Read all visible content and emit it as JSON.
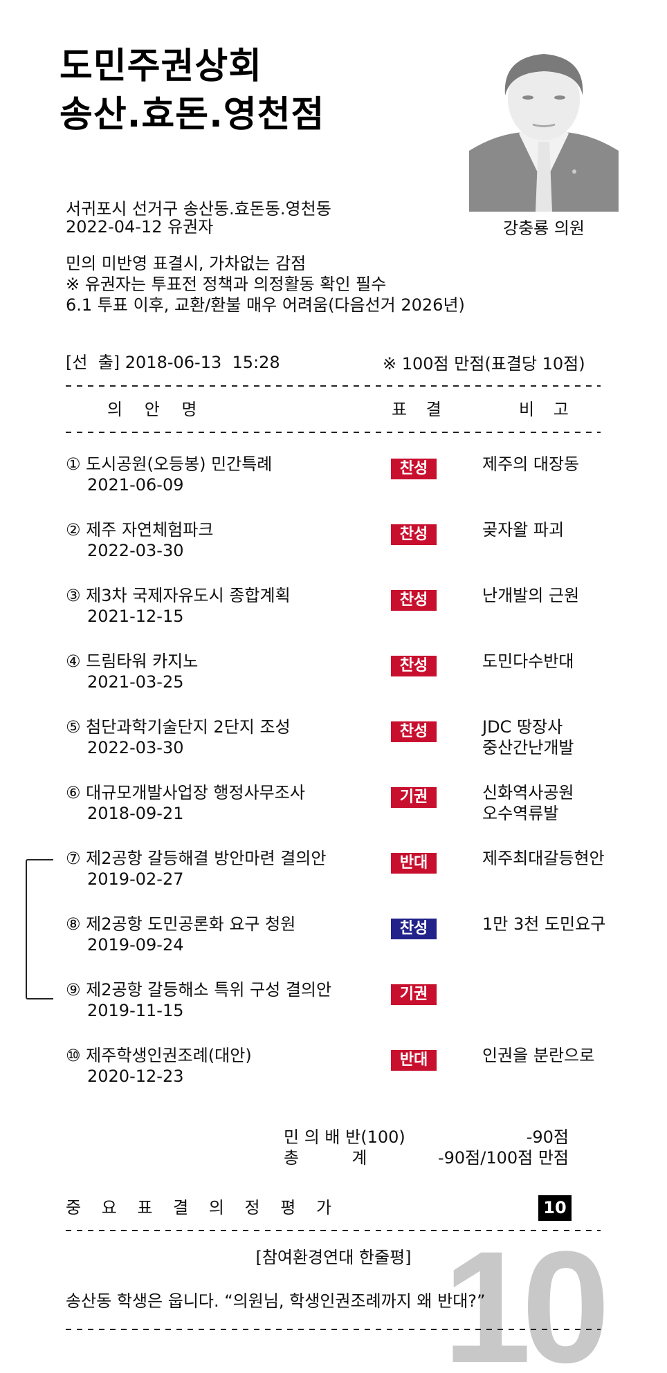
{
  "header": {
    "title_line1": "도민주권상회",
    "title_line2": "송산.효돈.영천점"
  },
  "profile": {
    "photo_icon": "portrait-photo",
    "name": "강충룡 의원"
  },
  "info": {
    "district": "서귀포시 선거구 송산동.효돈동.영천동",
    "voter_date": "2022-04-12 유권자",
    "notice1": "민의 미반영 표결시, 가차없는 감점",
    "notice2": "※ 유권자는 투표전 정책과 의정활동 확인 필수",
    "notice3": "6.1 투표 이후, 교환/환불 매우 어려움(다음선거 2026년)"
  },
  "election": {
    "elected": "[선  출] 2018-06-13  15:28",
    "scoring_note": "※ 100점 만점(표결당 10점)"
  },
  "table": {
    "headers": {
      "bill": "의 안 명",
      "vote": "표 결",
      "remark": "비 고"
    },
    "rows": [
      {
        "no": "①",
        "title": "도시공원(오등봉) 민간특례",
        "date": "2021-06-09",
        "vote": "찬성",
        "vote_color": "#c8102e",
        "remark": "제주의 대장동"
      },
      {
        "no": "②",
        "title": "제주 자연체험파크",
        "date": "2022-03-30",
        "vote": "찬성",
        "vote_color": "#c8102e",
        "remark": "곶자왈 파괴"
      },
      {
        "no": "③",
        "title": "제3차 국제자유도시 종합계획",
        "date": "2021-12-15",
        "vote": "찬성",
        "vote_color": "#c8102e",
        "remark": "난개발의 근원"
      },
      {
        "no": "④",
        "title": "드림타워 카지노",
        "date": "2021-03-25",
        "vote": "찬성",
        "vote_color": "#c8102e",
        "remark": "도민다수반대"
      },
      {
        "no": "⑤",
        "title": "첨단과학기술단지 2단지 조성",
        "date": "2022-03-30",
        "vote": "찬성",
        "vote_color": "#c8102e",
        "remark": "JDC 땅장사\n중산간난개발"
      },
      {
        "no": "⑥",
        "title": "대규모개발사업장 행정사무조사",
        "date": "2018-09-21",
        "vote": "기권",
        "vote_color": "#c8102e",
        "remark": "신화역사공원\n오수역류발"
      },
      {
        "no": "⑦",
        "title": "제2공항 갈등해결 방안마련 결의안",
        "date": "2019-02-27",
        "vote": "반대",
        "vote_color": "#c8102e",
        "remark": "제주최대갈등현안"
      },
      {
        "no": "⑧",
        "title": "제2공항 도민공론화 요구 청원",
        "date": "2019-09-24",
        "vote": "찬성",
        "vote_color": "#22228a",
        "remark": "1만 3천 도민요구"
      },
      {
        "no": "⑨",
        "title": "제2공항 갈등해소 특위 구성 결의안",
        "date": "2019-11-15",
        "vote": "기권",
        "vote_color": "#c8102e",
        "remark": ""
      },
      {
        "no": "⑩",
        "title": "제주학생인권조례(대안)",
        "date": "2020-12-23",
        "vote": "반대",
        "vote_color": "#c8102e",
        "remark": "인권을 분란으로"
      }
    ]
  },
  "score": {
    "betrayal_label": "민 의 배 반(100)",
    "betrayal_value": "-90점",
    "total_label": "총          계",
    "total_value": "-90점/100점 만점",
    "evaluation_label": "중 요 표 결 의 정 평 가",
    "evaluation_value": "10",
    "big_score": "10"
  },
  "review": {
    "heading": "[참여환경연대 한줄평]",
    "comment": "송산동 학생은 웁니다. “의원님, 학생인권조례까지 왜 반대?”"
  },
  "colors": {
    "red_badge": "#c8102e",
    "blue_badge": "#22228a",
    "big_score_gray": "#c8c8c8"
  }
}
